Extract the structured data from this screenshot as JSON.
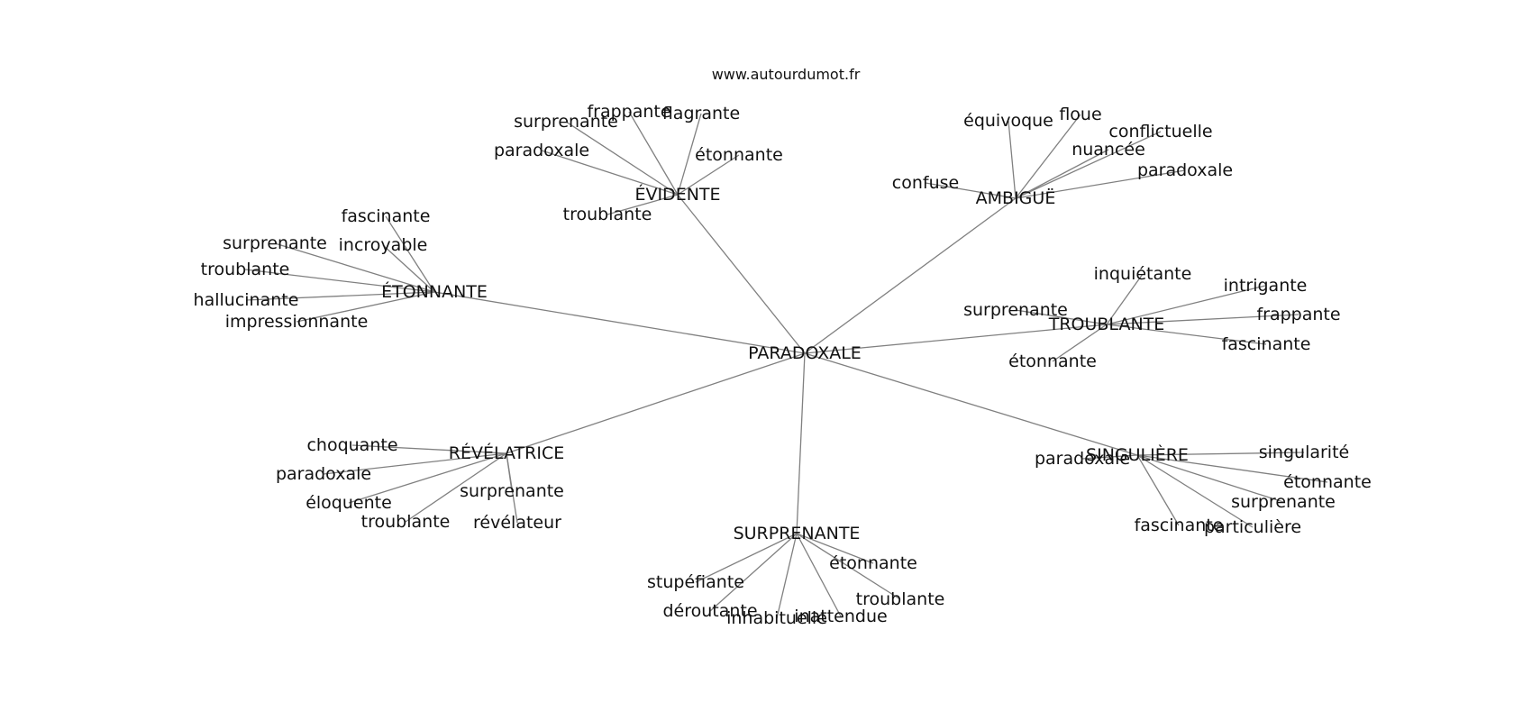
{
  "watermark": "www.autourdumot.fr",
  "center": {
    "label": "PARADOXALE"
  },
  "branches": [
    {
      "label": "ÉVIDENTE",
      "leaves": [
        "frappante",
        "flagrante",
        "surprenante",
        "paradoxale",
        "étonnante",
        "troublante"
      ]
    },
    {
      "label": "AMBIGUË",
      "leaves": [
        "équivoque",
        "floue",
        "conflictuelle",
        "nuancée",
        "paradoxale",
        "confuse"
      ]
    },
    {
      "label": "ÉTONNANTE",
      "leaves": [
        "fascinante",
        "surprenante",
        "incroyable",
        "troublante",
        "hallucinante",
        "impressionnante"
      ]
    },
    {
      "label": "TROUBLANTE",
      "leaves": [
        "inquiétante",
        "intrigante",
        "surprenante",
        "frappante",
        "fascinante",
        "étonnante"
      ]
    },
    {
      "label": "RÉVÉLATRICE",
      "leaves": [
        "choquante",
        "paradoxale",
        "surprenante",
        "éloquente",
        "troublante",
        "révélateur"
      ]
    },
    {
      "label": "SINGULIÈRE",
      "leaves": [
        "paradoxale",
        "singularité",
        "étonnante",
        "surprenante",
        "fascinante",
        "particulière"
      ]
    },
    {
      "label": "SURPRENANTE",
      "leaves": [
        "étonnante",
        "stupéfiante",
        "troublante",
        "déroutante",
        "inattendue",
        "inhabituelle"
      ]
    }
  ]
}
